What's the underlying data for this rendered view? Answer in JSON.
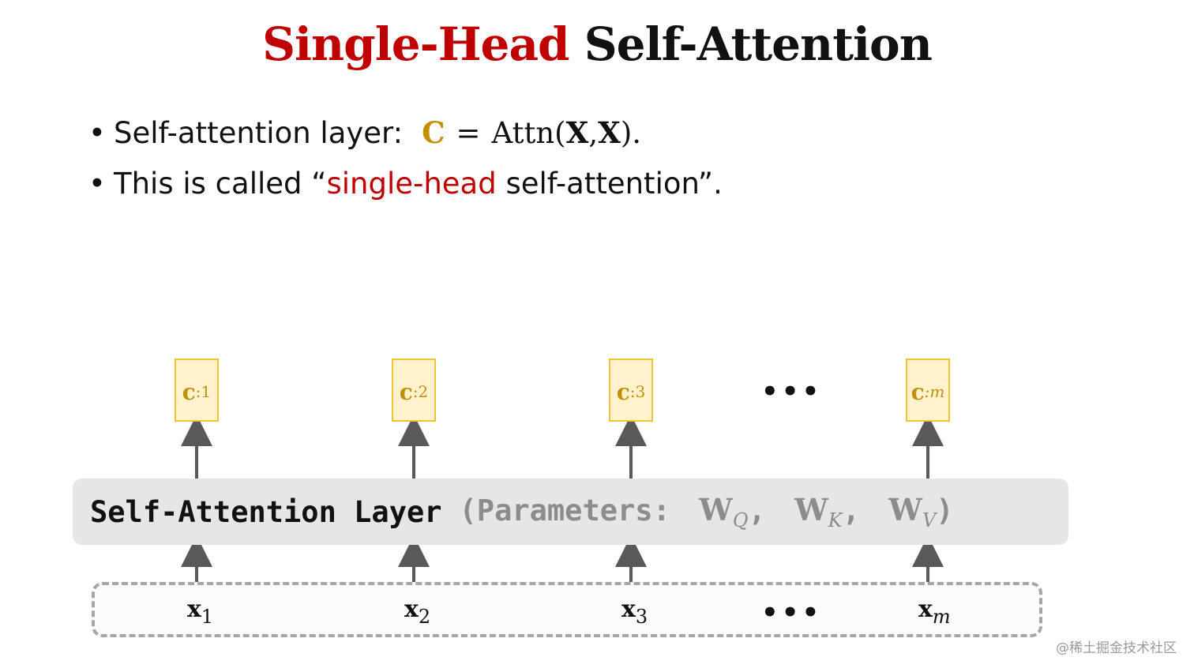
{
  "title": {
    "part1": "Single-Head",
    "part2": "Self-Attention"
  },
  "bullets": {
    "b1": {
      "dot": "•",
      "text": "Self-attention layer:",
      "var": "C",
      "eq": "=",
      "fn": "Attn(",
      "arg1": "X",
      "comma": ",",
      "arg2": "X",
      "close": ")."
    },
    "b2": {
      "dot": "•",
      "pre": "This is called “",
      "highlight": "single-head",
      "post": " self-attention”."
    }
  },
  "outputs": [
    {
      "base": "c",
      "sub": ":1"
    },
    {
      "base": "c",
      "sub": ":2"
    },
    {
      "base": "c",
      "sub": ":3"
    },
    {
      "base": "c",
      "sub": ":m"
    }
  ],
  "output_ellipsis": "•••",
  "layer": {
    "label": "Self-Attention Layer",
    "params_open": "(Parameters:",
    "wq_base": "W",
    "wq_sub": "Q",
    "sep1": ",",
    "wk_base": "W",
    "wk_sub": "K",
    "sep2": ",",
    "wv_base": "W",
    "wv_sub": "V",
    "params_close": ")"
  },
  "inputs": [
    {
      "base": "x",
      "sub": "1"
    },
    {
      "base": "x",
      "sub": "2"
    },
    {
      "base": "x",
      "sub": "3"
    },
    {
      "base": "x",
      "sub": "m"
    }
  ],
  "input_ellipsis": "•••",
  "watermark": "@稀土掘金技术社区",
  "colors": {
    "title_red": "#c00000",
    "output_gold": "#bf9000",
    "output_fill": "#fff2cc",
    "output_border": "#f1c232",
    "layer_gray": "#e6e6e6",
    "params_gray": "#8c8c8c"
  }
}
